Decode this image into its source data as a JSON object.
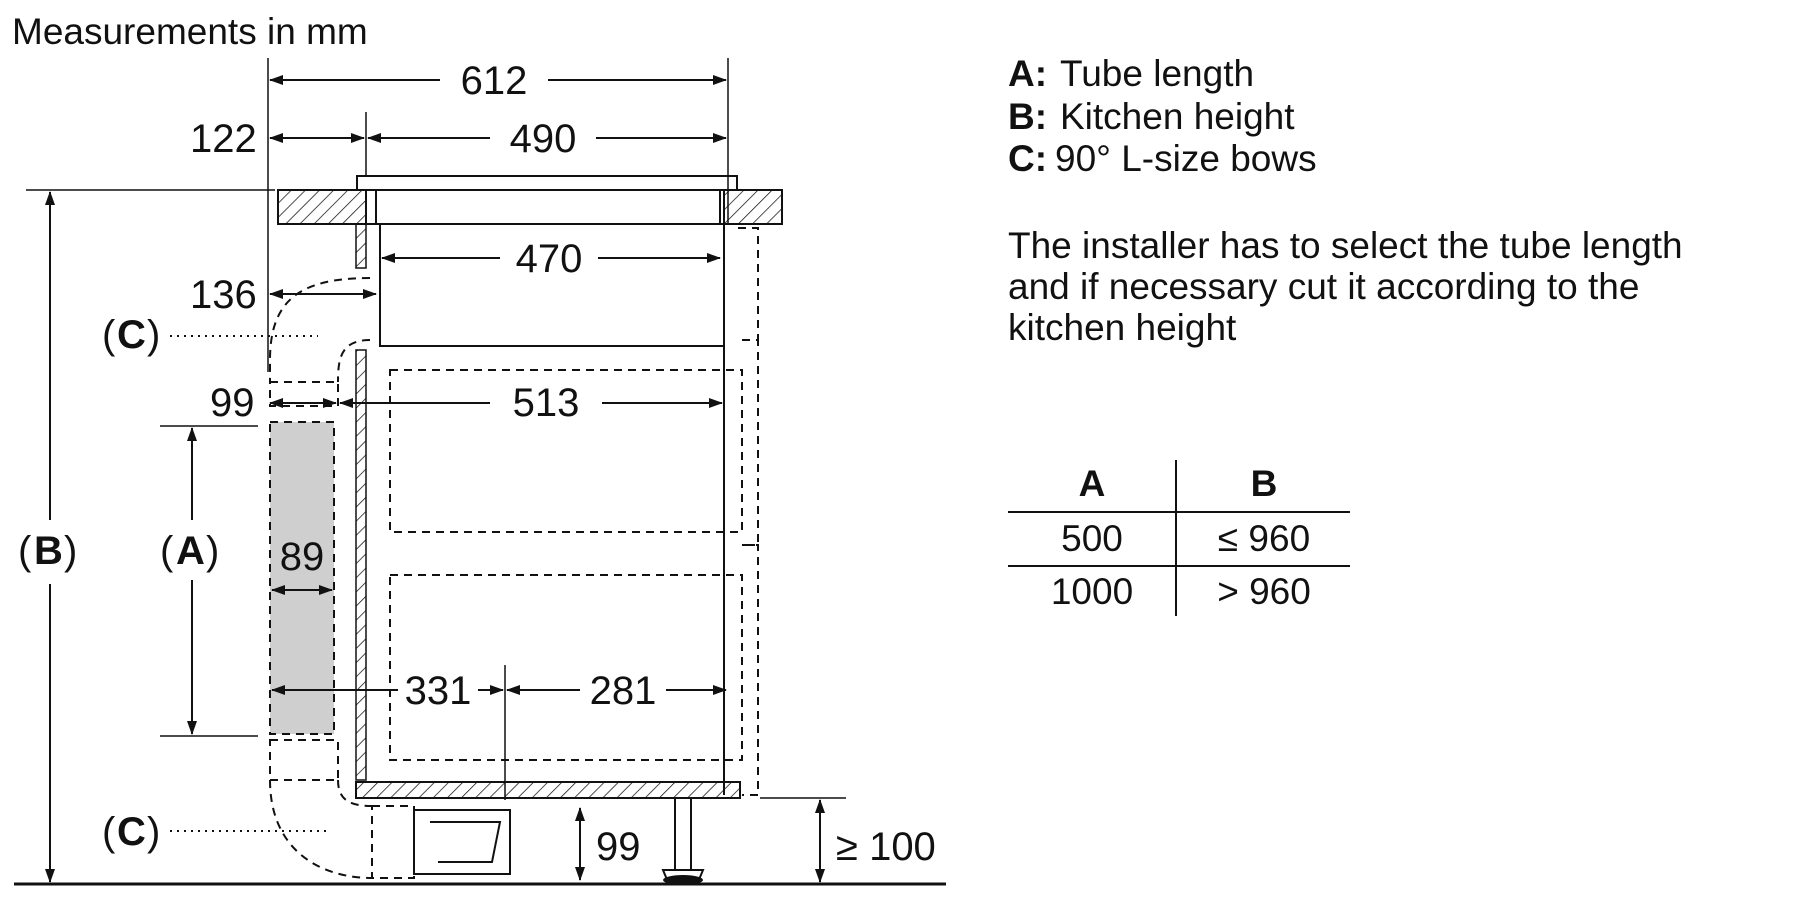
{
  "title": "Measurements in mm",
  "dimensions": {
    "d612": "612",
    "d122": "122",
    "d490": "490",
    "d470": "470",
    "d136": "136",
    "d99_top": "99",
    "d513": "513",
    "d89": "89",
    "d331": "331",
    "d281": "281",
    "d99_bottom": "99",
    "d100": "≥ 100"
  },
  "labels": {
    "C_top": "C",
    "C_bottom": "C",
    "A": "A",
    "B": "B"
  },
  "legend": [
    {
      "key": "A:",
      "text": "Tube length"
    },
    {
      "key": "B:",
      "text": "Kitchen height"
    },
    {
      "key": "C:",
      "text": "90° L-size bows"
    }
  ],
  "note_lines": [
    "The installer has to select the tube length",
    "and if necessary cut it according to the",
    "kitchen height"
  ],
  "table": {
    "headers": [
      "A",
      "B"
    ],
    "rows": [
      [
        "500",
        "≤ 960"
      ],
      [
        "1000",
        "> 960"
      ]
    ]
  },
  "colors": {
    "tube_fill": "#cfcfcf",
    "line": "#111111"
  }
}
